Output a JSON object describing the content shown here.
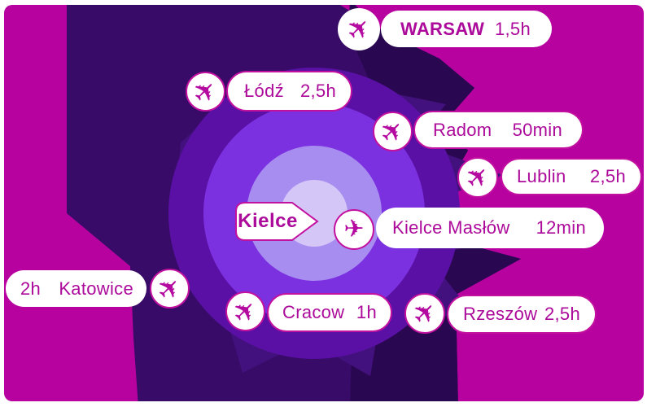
{
  "center": {
    "label": "Kielce"
  },
  "destinations": [
    {
      "name": "WARSAW",
      "time": "1,5h"
    },
    {
      "name": "Łódź",
      "time": "2,5h"
    },
    {
      "name": "Radom",
      "time": "50min"
    },
    {
      "name": "Lublin",
      "time": "2,5h"
    },
    {
      "name": "Kielce Masłów",
      "time": "12min"
    },
    {
      "name": "Katowice",
      "time": "2h"
    },
    {
      "name": "Cracow",
      "time": "1h"
    },
    {
      "name": "Rzeszów",
      "time": "2,5h"
    }
  ],
  "plane_glyph": "✈",
  "colors": {
    "background_magenta": "#b702a0",
    "blob_dark_purple": "#380b68",
    "blob_darker_navy": "#2a0751",
    "burst_mid_purple": "#43117d",
    "ring_outer": "#5a10a5",
    "ring_third": "#7c31e0",
    "ring_second": "#a88df0",
    "ring_inner": "#d5c6f8",
    "pill_background": "#ffffff",
    "label_text": "#ac0a9a"
  }
}
